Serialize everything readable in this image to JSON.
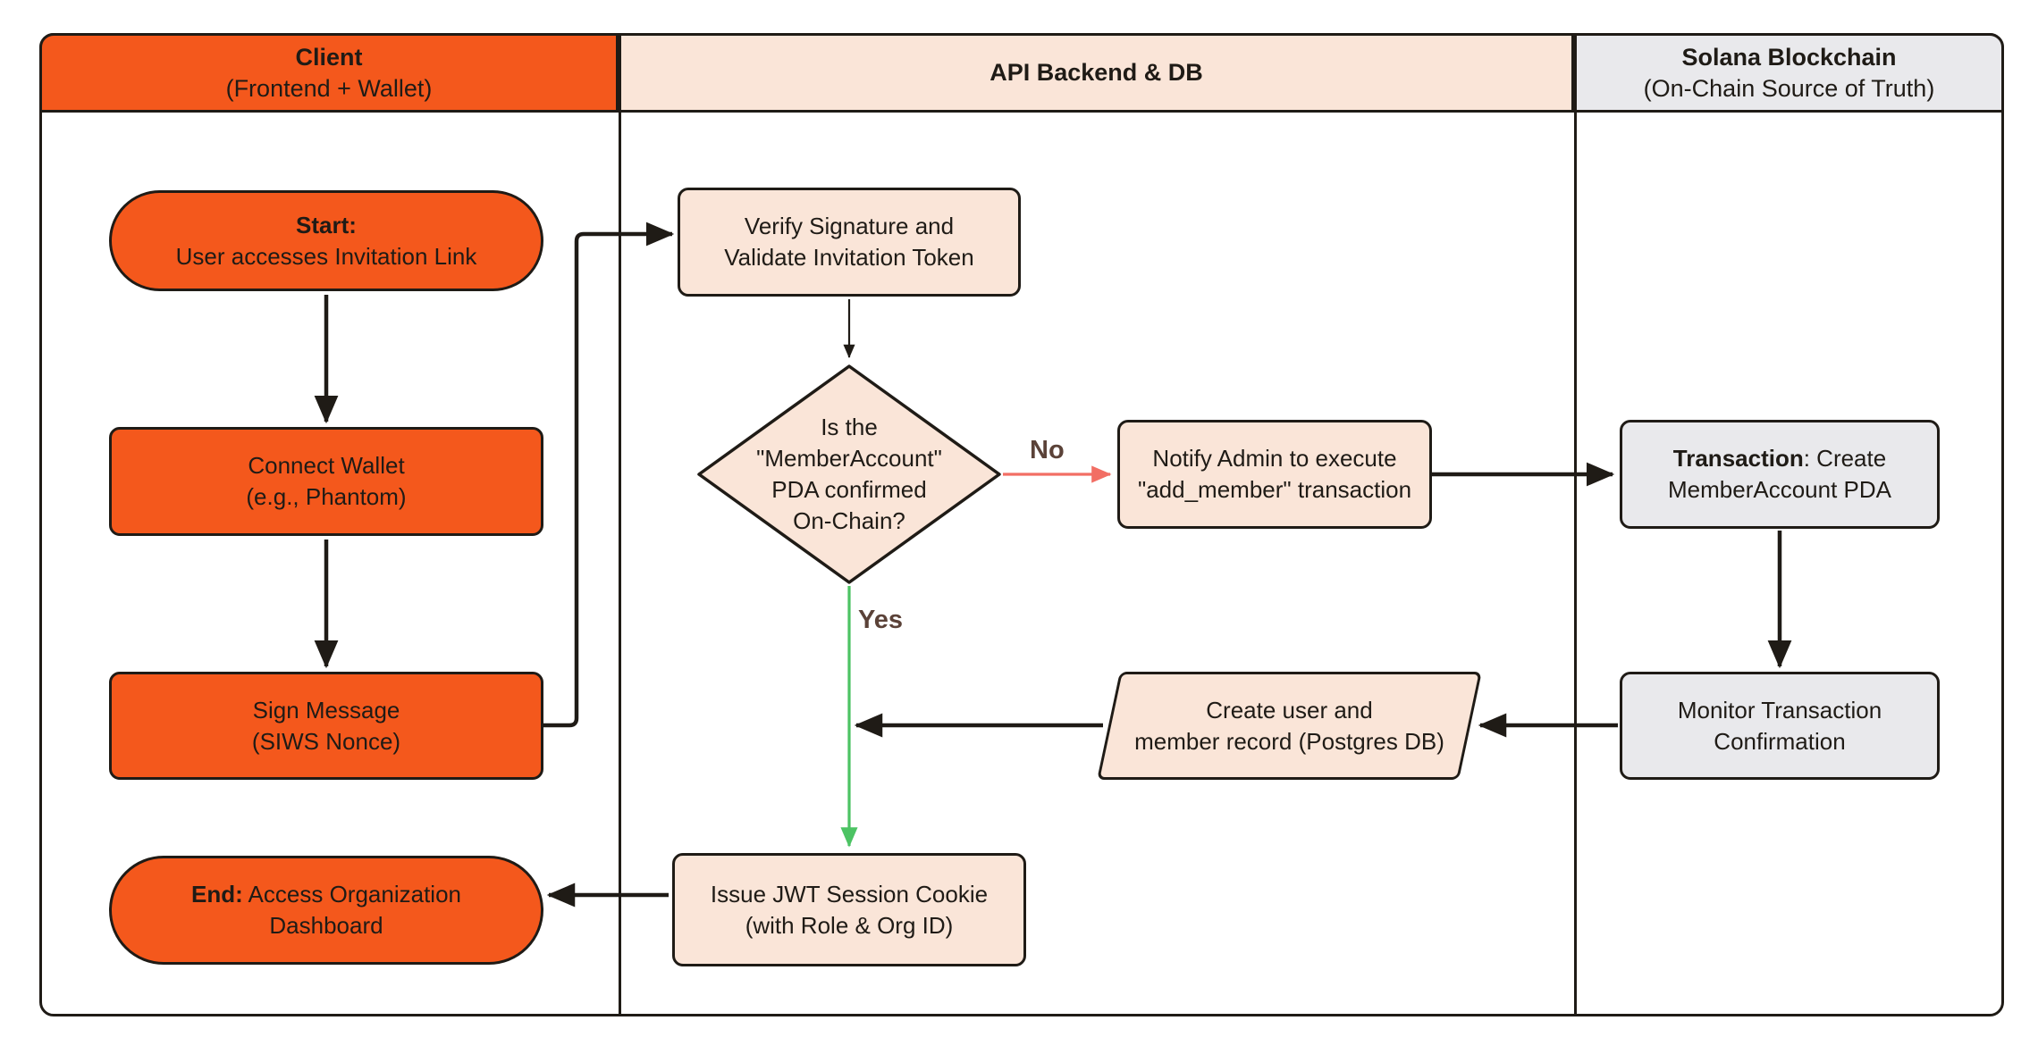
{
  "lanes": [
    {
      "title": "Client",
      "subtitle": "(Frontend + Wallet)"
    },
    {
      "title": "API Backend & DB",
      "subtitle": ""
    },
    {
      "title": "Solana Blockchain",
      "subtitle": "(On-Chain Source of Truth)"
    }
  ],
  "nodes": {
    "start": {
      "bold": "Start:",
      "line2": "User accesses Invitation Link"
    },
    "connect_wallet": {
      "line1": "Connect Wallet",
      "line2": "(e.g., Phantom)"
    },
    "sign_message": {
      "line1": "Sign Message",
      "line2": "(SIWS Nonce)"
    },
    "verify": {
      "line1": "Verify Signature and",
      "line2": "Validate Invitation Token"
    },
    "decision": {
      "line1": "Is the",
      "line2": "\"MemberAccount\"",
      "line3": "PDA confirmed",
      "line4": "On-Chain?"
    },
    "notify_admin": {
      "line1": "Notify Admin to execute",
      "line2": "\"add_member\" transaction"
    },
    "transaction": {
      "bold": "Transaction",
      "rest": ": Create",
      "line2": "MemberAccount PDA"
    },
    "monitor": {
      "line1": "Monitor Transaction",
      "line2": "Confirmation"
    },
    "create_record": {
      "line1": "Create user and",
      "line2": "member record (Postgres DB)"
    },
    "issue_jwt": {
      "line1": "Issue JWT Session Cookie",
      "line2": "(with Role & Org ID)"
    },
    "end": {
      "bold": "End:",
      "rest": " Access Organization",
      "line2": "Dashboard"
    }
  },
  "edge_labels": {
    "no": "No",
    "yes": "Yes"
  },
  "colors": {
    "orange": "#F4581C",
    "peach": "#FAE5D8",
    "gray": "#E9E9EC",
    "ink": "#1F1B16",
    "red": "#F26E64",
    "green": "#4CC363",
    "label_brown": "#5B4238",
    "white": "#FFFFFF"
  }
}
